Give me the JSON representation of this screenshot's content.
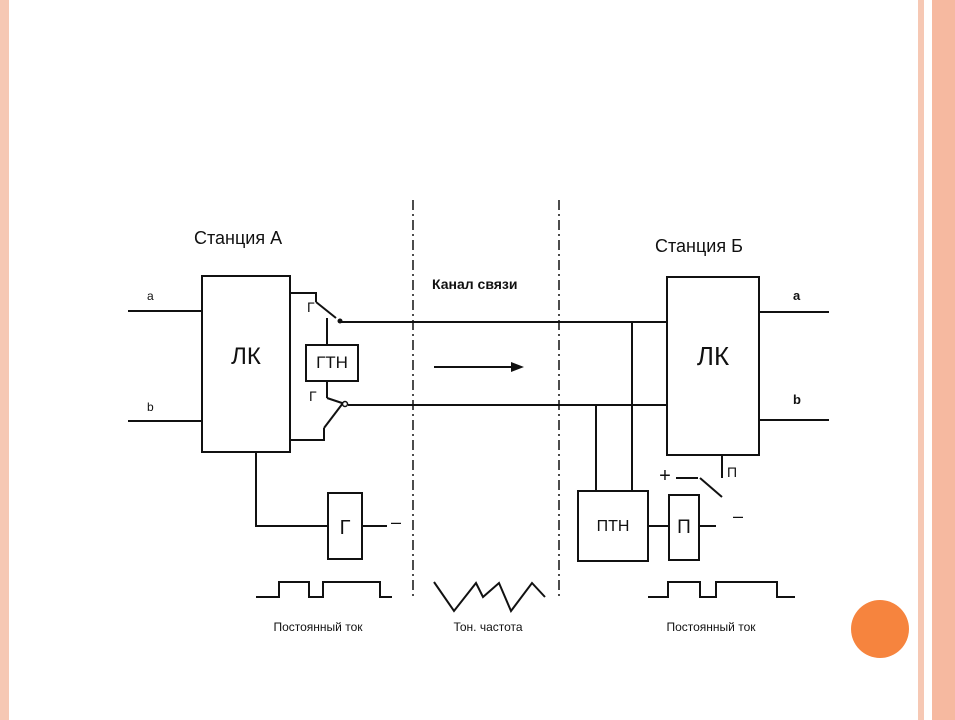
{
  "station_a": {
    "title": "Станция А",
    "lk_label": "ЛК",
    "gtn_label": "ГТН",
    "g_top_label": "Г",
    "g_bottom_label": "Г",
    "line_a_label": "a",
    "line_b_label": "b",
    "g_block_label": "Г",
    "minus_label": "–"
  },
  "channel": {
    "title": "Канал связи"
  },
  "station_b": {
    "title": "Станция Б",
    "lk_label": "ЛК",
    "ptn_label": "ПТН",
    "p_block_label": "П",
    "p_contact_label": "П",
    "line_a_label": "a",
    "line_b_label": "b",
    "plus_label": "+",
    "minus_label": "–"
  },
  "captions": {
    "left": "Постоянный ток",
    "middle": "Тон. частота",
    "right": "Постоянный ток"
  },
  "colors": {
    "frame": "#f6c8b4",
    "frame_dark": "#f6b9a0",
    "accent_circle": "#f6843e",
    "line": "#111111"
  }
}
